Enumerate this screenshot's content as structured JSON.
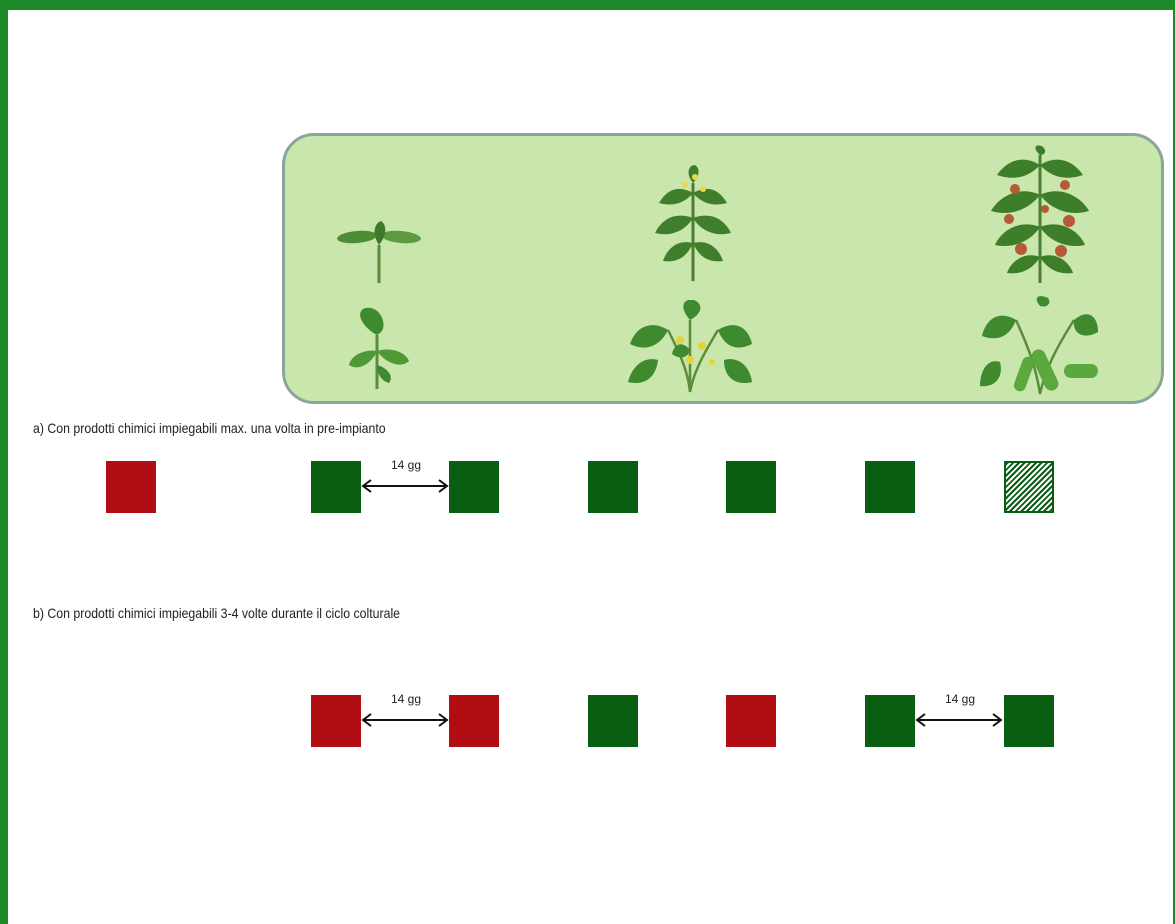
{
  "colors": {
    "frame": "#1f8a2a",
    "panel_fill": "#c9e6ad",
    "panel_border": "#8aa69a",
    "square_green": "#0a5e12",
    "square_red": "#b10e14"
  },
  "plants": [
    "tomato-seedling-icon",
    "tomato-flowering-icon",
    "tomato-fruiting-icon",
    "zucchini-seedling-icon",
    "zucchini-flowering-icon",
    "zucchini-fruiting-icon"
  ],
  "section_a": {
    "caption": "a) Con  prodotti  chimici  impiegabili  max.  una volta  in  pre-impianto",
    "squares": [
      "red",
      "green",
      "green",
      "green",
      "green",
      "green",
      "hatched"
    ],
    "interval_label": "14 gg"
  },
  "section_b": {
    "caption": "b) Con  prodotti  chimici  impiegabili  3-4  volte  durante  il  ciclo colturale",
    "squares": [
      "red",
      "red",
      "green",
      "red",
      "green",
      "green"
    ],
    "interval_labels": [
      "14 gg",
      "14 gg"
    ]
  }
}
